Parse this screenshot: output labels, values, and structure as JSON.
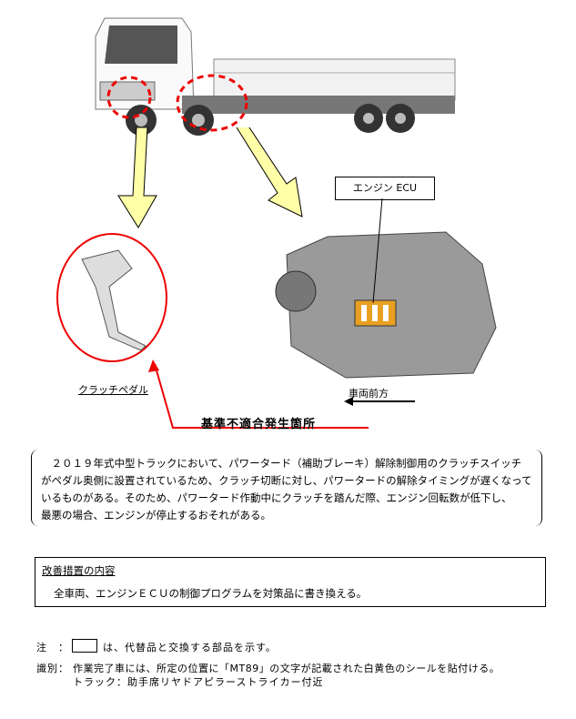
{
  "labels": {
    "engine_ecu": "エンジン ECU",
    "clutch_pedal": "クラッチペダル",
    "vehicle_front": "車両前方",
    "defect_location": "基準不適合発生箇所"
  },
  "description": {
    "lines": [
      "　２０１９年式中型トラックにおいて、パワータード（補助ブレーキ）解除制御用のクラッチスイッチ",
      "がペダル奥側に設置されているため、クラッチ切断に対し、パワータードの解除タイミングが遅くなって",
      "いるものがある。そのため、パワータード作動中にクラッチを踏んだ際、エンジン回転数が低下し、",
      "最悪の場合、エンジンが停止するおそれがある。"
    ]
  },
  "measure": {
    "title": "改善措置の内容",
    "body": "全車両、エンジンＥＣＵの制御プログラムを対策品に書き換える。"
  },
  "notes": {
    "note_label": "注　：",
    "note_text": "は、代替品と交換する部品を示す。",
    "id_label": "識別：",
    "id_text": "作業完了車には、所定の位置に「MT89」の文字が記載された白黄色のシールを貼付ける。",
    "id_sub": "トラック：助手席リヤドアピラーストライカー付近"
  }
}
